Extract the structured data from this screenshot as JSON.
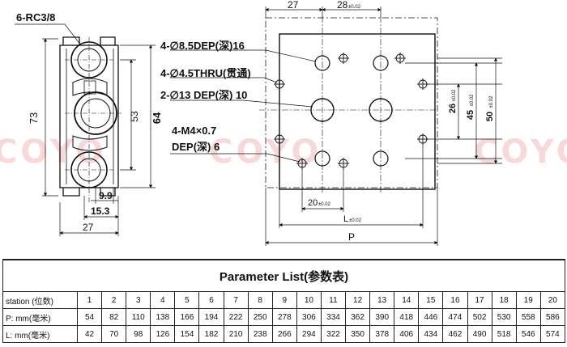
{
  "labels": {
    "ports": "6-RC3/8",
    "height_total": "73",
    "height_body": "64",
    "offset_53": "53",
    "dim_9_9": "9.9",
    "dim_15_3": "15.3",
    "width_27_bottom": "27",
    "width_27_top": "27",
    "pitch_28": "28",
    "tol": "±0.02",
    "callout_1": "4-∅8.5DEP(深)16",
    "callout_2": "4-∅4.5THRU(贯通)",
    "callout_3": "2-∅13 DEP(深) 10",
    "callout_4a": "4-M4×0.7",
    "callout_4b": "DEP(深) 6",
    "dim_26": "26",
    "dim_45": "45",
    "dim_50": "50",
    "dim_20": "20",
    "dim_L": "L",
    "dim_P": "P"
  },
  "watermark": "COYO",
  "table": {
    "title": "Parameter List(参数表)",
    "header_label": "station (位数)",
    "stations": [
      "1",
      "2",
      "3",
      "4",
      "5",
      "6",
      "7",
      "8",
      "9",
      "10",
      "11",
      "12",
      "13",
      "14",
      "15",
      "16",
      "17",
      "18",
      "19",
      "20"
    ],
    "rows": [
      {
        "label": "P: mm(毫米)",
        "values": [
          "54",
          "82",
          "110",
          "138",
          "166",
          "194",
          "222",
          "250",
          "278",
          "306",
          "334",
          "362",
          "390",
          "418",
          "446",
          "474",
          "502",
          "530",
          "558",
          "586"
        ]
      },
      {
        "label": "L: mm(毫米)",
        "values": [
          "42",
          "70",
          "98",
          "126",
          "154",
          "182",
          "210",
          "238",
          "266",
          "294",
          "322",
          "350",
          "378",
          "406",
          "434",
          "462",
          "490",
          "518",
          "546",
          "574"
        ]
      }
    ]
  }
}
